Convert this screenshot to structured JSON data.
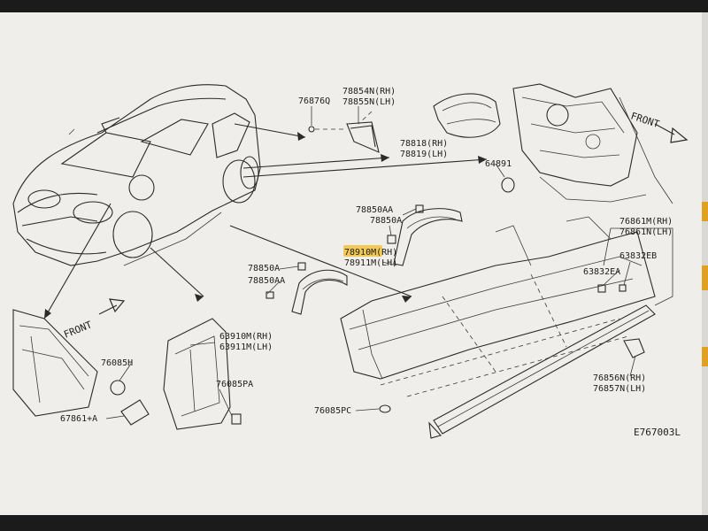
{
  "labels": {
    "p76876q": "76876Q",
    "p78854n": "78854N(RH)",
    "p78855n": "78855N(LH)",
    "p78818": "78818(RH)",
    "p78819": "78819(LH)",
    "p64891": "64891",
    "p78850aa_top": "78850AA",
    "p78850a_top": "78850A",
    "p78910m": "78910M(RH)",
    "p78911m": "78911M(LH)",
    "p76861m": "76861M(RH)",
    "p76861n": "76861N(LH)",
    "p63832eb": "63832EB",
    "p63832ea": "63832EA",
    "p78850a_mid": "78850A",
    "p78850aa_mid": "78850AA",
    "p63910m": "63910M(RH)",
    "p63911m": "63911M(LH)",
    "p76085h": "76085H",
    "p67861a": "67861+A",
    "p76085pa": "76085PA",
    "p76085pc": "76085PC",
    "p76856n": "76856N(RH)",
    "p76857n": "76857N(LH)"
  },
  "front_top": "FRONT",
  "front_left": "FRONT",
  "diagram_code": "E767003L",
  "highlight_color": "#f2c23c"
}
